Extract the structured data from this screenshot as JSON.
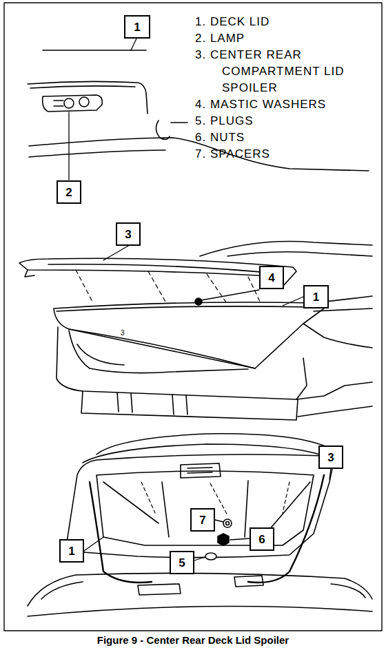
{
  "diagram": {
    "caption": "Figure 9 - Center Rear Deck Lid Spoiler",
    "nodes": [
      {
        "text": [
          "1"
        ]
      },
      {
        "text": [
          "2"
        ]
      },
      {
        "text": [
          "3"
        ]
      },
      {
        "text": [
          "4"
        ]
      },
      {
        "text": [
          "1"
        ]
      },
      {
        "text": [
          "3"
        ]
      },
      {
        "text": [
          "1"
        ]
      },
      {
        "text": [
          "7"
        ]
      },
      {
        "text": [
          "6"
        ]
      },
      {
        "text": [
          "5"
        ]
      }
    ],
    "labels": [
      "1. DECK LID",
      "2. LAMP",
      "3. CENTER REAR COMPARTMENT LID SPOILER",
      "4. MASTIC WASHERS",
      "5. PLUGS",
      "6. NUTS",
      "7. SPACERS",
      "3"
    ]
  }
}
